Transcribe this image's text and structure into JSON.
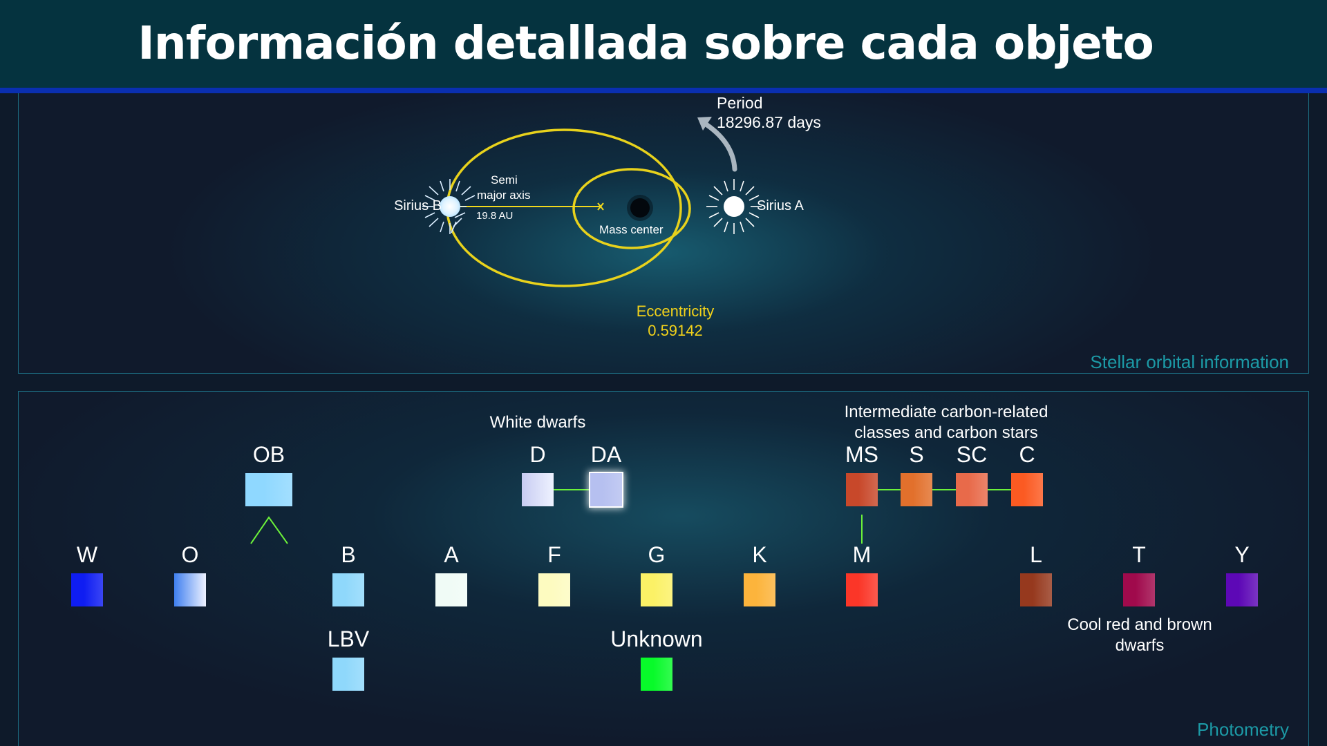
{
  "header": {
    "title": "Información detallada sobre cada objeto"
  },
  "orbit": {
    "label": "Stellar orbital information",
    "star_b": "Sirius B",
    "star_a": "Sirius A",
    "semi_major_axis": {
      "label_line1": "Semi",
      "label_line2": "major axis",
      "value": "19.8 AU"
    },
    "mass_center": "Mass center",
    "period": {
      "label": "Period",
      "value": "18296.87 days"
    },
    "eccentricity": {
      "label": "Eccentricity",
      "value": "0.59142"
    },
    "colors": {
      "orbit": "#e8d21c",
      "axis_line": "#f2d91c",
      "arrow": "#aab6c0"
    }
  },
  "photometry": {
    "label": "Photometry",
    "white_dwarfs_label": "White dwarfs",
    "carbon_label_line1": "Intermediate carbon-related",
    "carbon_label_line2": "classes and carbon stars",
    "cool_dwarfs_label_line1": "Cool red and brown",
    "cool_dwarfs_label_line2": "dwarfs",
    "classes": {
      "OB": {
        "label": "OB",
        "color": "#8fd8ff"
      },
      "D": {
        "label": "D",
        "color": "#c8ccf2"
      },
      "DA": {
        "label": "DA",
        "color": "#b6c0f0"
      },
      "MS": {
        "label": "MS",
        "color": "#c8482a"
      },
      "S": {
        "label": "S",
        "color": "#e2702c"
      },
      "SC": {
        "label": "SC",
        "color": "#e86a4a"
      },
      "C": {
        "label": "C",
        "color": "#fb5a22"
      },
      "W": {
        "label": "W",
        "color": "#0f1df2"
      },
      "O": {
        "label": "O",
        "color": "#3f7ff0"
      },
      "B": {
        "label": "B",
        "color": "#8fd8fb"
      },
      "A": {
        "label": "A",
        "color": "#f0fbf6"
      },
      "F": {
        "label": "F",
        "color": "#fdfbc0"
      },
      "G": {
        "label": "G",
        "color": "#fbf166"
      },
      "K": {
        "label": "K",
        "color": "#fcb43c"
      },
      "M": {
        "label": "M",
        "color": "#fb3628"
      },
      "L": {
        "label": "L",
        "color": "#96391e"
      },
      "T": {
        "label": "T",
        "color": "#a00a4c"
      },
      "Y": {
        "label": "Y",
        "color": "#5d08b6"
      },
      "LBV": {
        "label": "LBV",
        "color": "#8fd8fb"
      },
      "Unknown": {
        "label": "Unknown",
        "color": "#08fa2a"
      }
    },
    "connector_color": "#6cf23a"
  }
}
